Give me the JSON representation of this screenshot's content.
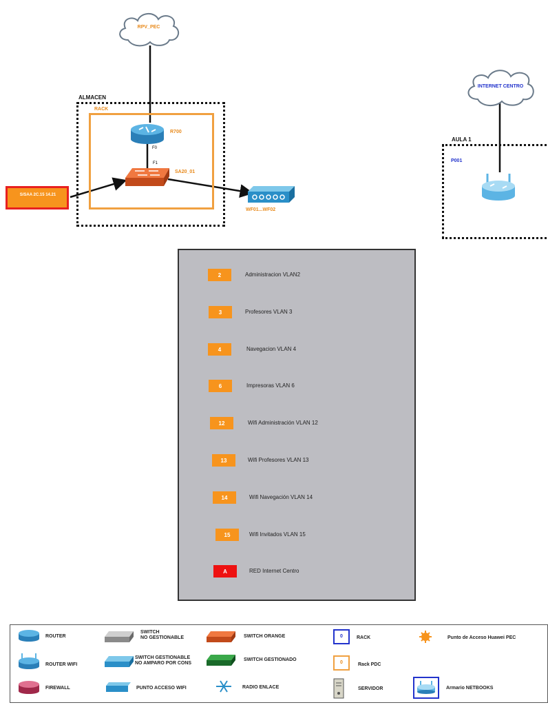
{
  "clouds": {
    "rpv": "RPV_PEC",
    "internet": "INTERNET CENTRO"
  },
  "almacen": {
    "title": "ALMACEN",
    "rack": "RACK",
    "router": "R700",
    "port_f0": "F0",
    "port_f1": "F1",
    "switch": "SA20_01",
    "wifi": "WF01...WF02",
    "uplink": "S/SAA 2C.15 14.21"
  },
  "aula": {
    "title": "AULA 1",
    "device": "P001"
  },
  "vlans": [
    {
      "num": "2",
      "label": "Administracion VLAN2",
      "color": "#f7941d"
    },
    {
      "num": "3",
      "label": "Profesores VLAN 3",
      "color": "#f7941d"
    },
    {
      "num": "4",
      "label": "Navegacion VLAN 4",
      "color": "#f7941d"
    },
    {
      "num": "6",
      "label": "Impresoras VLAN 6",
      "color": "#f7941d"
    },
    {
      "num": "12",
      "label": "Wifi Administración VLAN 12",
      "color": "#f7941d"
    },
    {
      "num": "13",
      "label": "Wifi Profesores VLAN 13",
      "color": "#f7941d"
    },
    {
      "num": "14",
      "label": "Wifi Navegación VLAN 14",
      "color": "#f7941d"
    },
    {
      "num": "15",
      "label": "Wifi Invitados VLAN 15",
      "color": "#f7941d"
    },
    {
      "num": "A",
      "label": "RED Internet Centro",
      "color": "#ee1111"
    }
  ],
  "legend": {
    "router": "ROUTER",
    "router_wifi": "ROUTER WIFI",
    "firewall": "FIREWALL",
    "switch_nogest": "SWITCH\nNO GESTIONABLE",
    "switch_gest": "SWITCH GESTIONABLE\nNO AMPARO POR CONS",
    "punto_acceso": "PUNTO ACCESO WIFI",
    "switch_orange": "SWITCH ORANGE",
    "switch_gestionado": "SWITCH GESTIONADO",
    "radio": "RADIO ENLACE",
    "rack": "RACK",
    "rack_pdc": "Rack PDC",
    "servidor": "SERVIDOR",
    "punto_huawei": "Punto de Acceso Huawei PEC",
    "armario": "Armario NETBOOKS",
    "rack_num": "0",
    "rack_pdc_num": "0"
  }
}
